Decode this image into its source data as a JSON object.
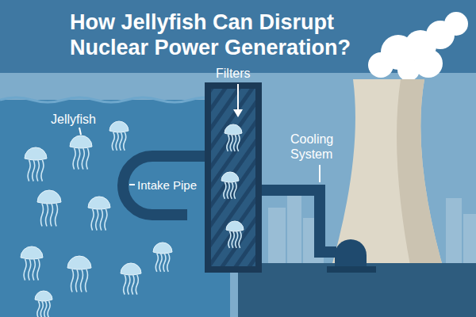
{
  "diagram": {
    "title": "How Jellyfish Can Disrupt Nuclear Power Generation?",
    "labels": [
      "Jellyfish",
      "Filters",
      "Intake Pipe",
      "Cooling System"
    ]
  }
}
